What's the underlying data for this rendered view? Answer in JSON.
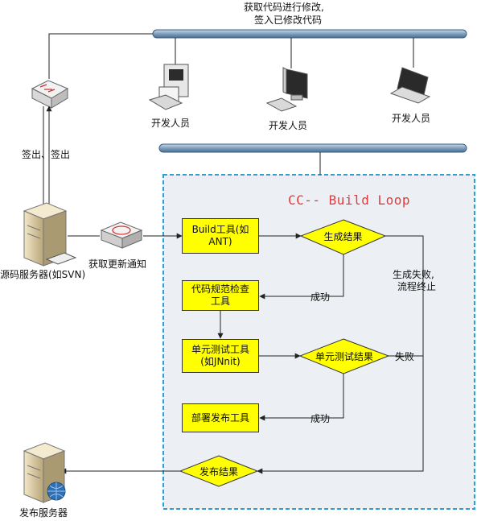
{
  "title_note": {
    "line1": "获取代码进行修改,",
    "line2": "签入已修改代码"
  },
  "developers": [
    "开发人员",
    "开发人员",
    "开发人员"
  ],
  "checkin_label": "签出、签出",
  "source_server_label": "源码服务器(如SVN)",
  "notify_label": "获取更新通知",
  "loop_title": "CC-- Build Loop",
  "build_tool": "Build工具(如\nANT)",
  "gen_result": "生成结果",
  "code_check": "代码规范检查\n工具",
  "unit_test_tool": "单元测试工具\n(如JNnit)",
  "unit_test_result": "单元测试结果",
  "deploy_tool": "部署发布工具",
  "publish_result": "发布结果",
  "success1": "成功",
  "success2": "成功",
  "fail_label": "失败",
  "fail_stop": {
    "line1": "生成失败,",
    "line2": "流程终止"
  },
  "publish_server_label": "发布服务器",
  "colors": {
    "bus": "#8fb0d0",
    "box_fill": "#ffff00",
    "loop_border": "#2aa0d8",
    "loop_fill": "#ecf0f4",
    "loop_title": "#e23a3a"
  }
}
